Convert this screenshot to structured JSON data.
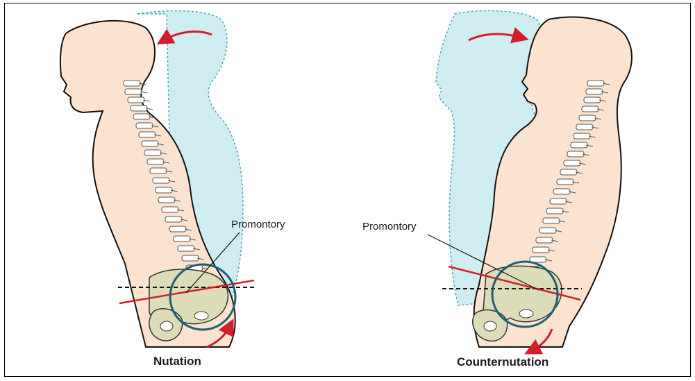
{
  "figure": {
    "left_panel": {
      "caption": "Nutation",
      "label": "Promontory"
    },
    "right_panel": {
      "caption": "Counternutation",
      "label": "Promontory"
    }
  },
  "colors": {
    "skin": "#fbe3cf",
    "ghost": "#cfecf1",
    "ghost_outline": "#4aa3b5",
    "arrow": "#d21e2b",
    "circle": "#1f5f73",
    "pelvis": "#dcdcb8",
    "outline": "#111111"
  }
}
